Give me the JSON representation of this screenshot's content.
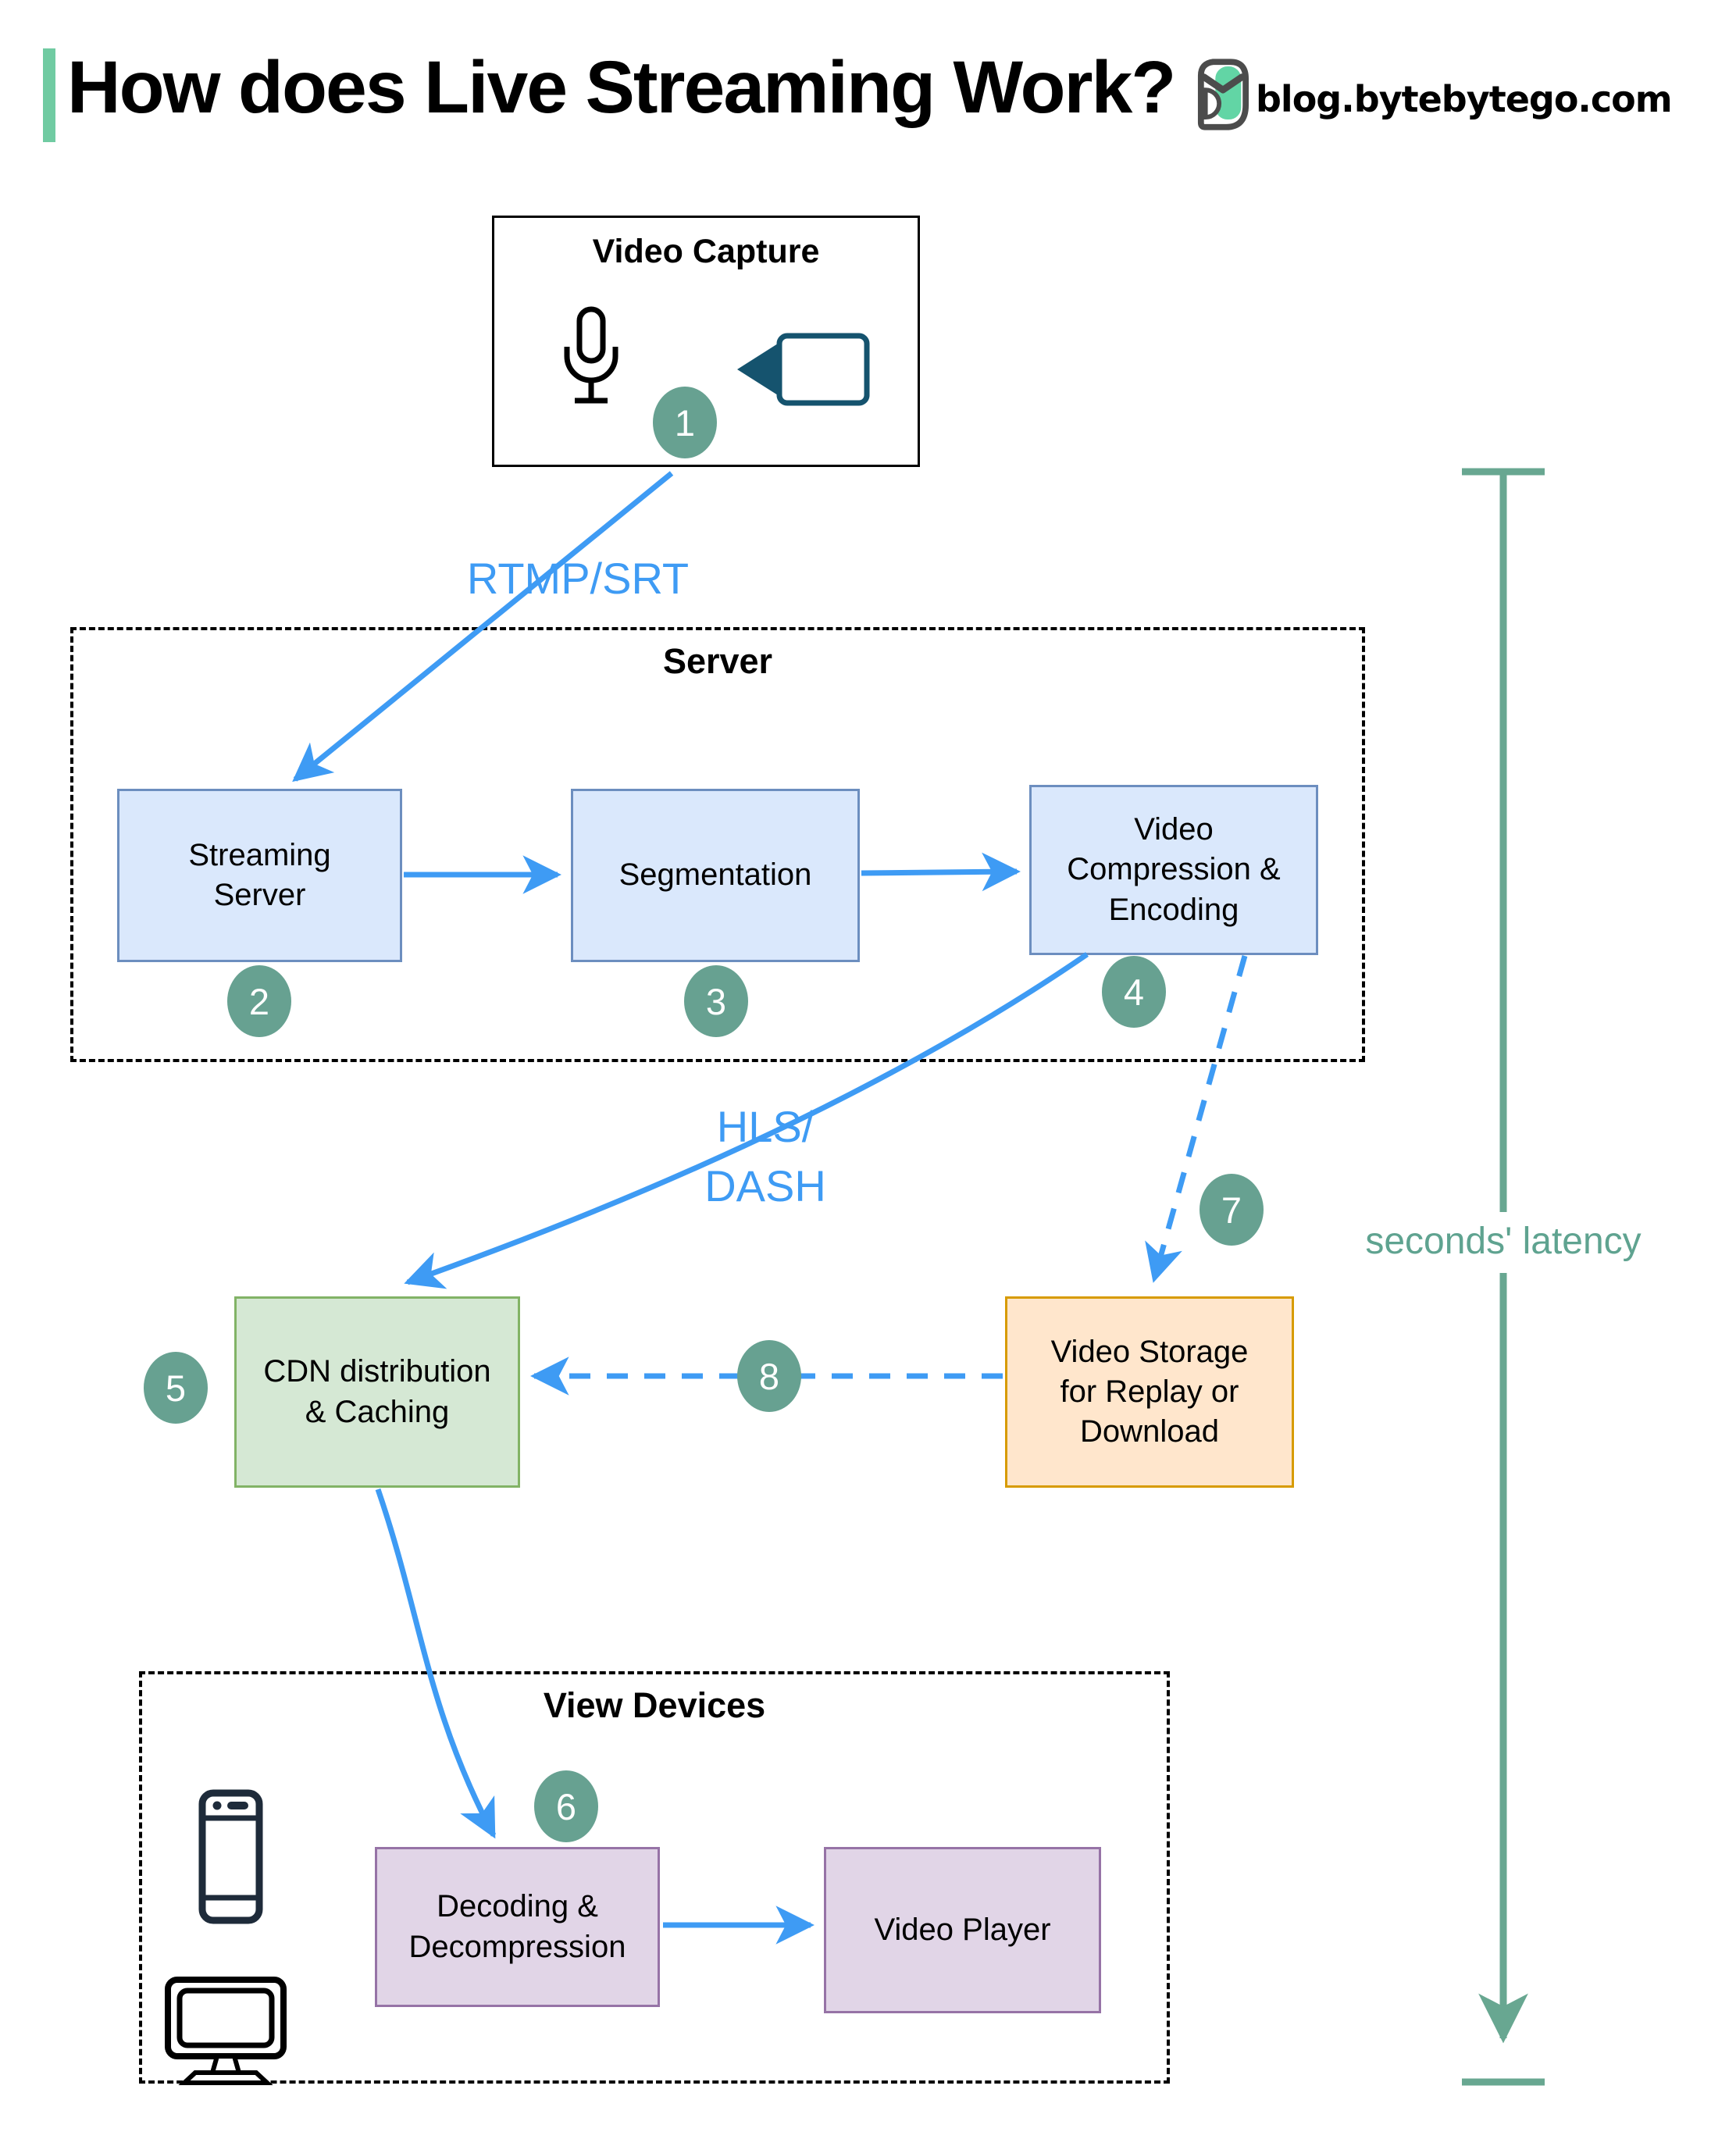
{
  "header": {
    "title": "How does Live Streaming Work?",
    "site": "blog.bytebytego.com",
    "logo_icon": "bytebytego-owl-icon"
  },
  "colors": {
    "arrow_blue": "#3e9bf4",
    "step_circle_green": "#67a191",
    "latency_teal": "#5fa390",
    "accent_mint": "#70cba2",
    "server_box_fill": "#dae8fc",
    "server_box_border": "#6c8ebf",
    "cdn_box_fill": "#d5e8d4",
    "cdn_box_border": "#82b366",
    "storage_box_fill": "#ffe6cc",
    "storage_box_border": "#d79b00",
    "device_box_fill": "#e1d5e7",
    "device_box_border": "#9673a6"
  },
  "capture": {
    "title": "Video Capture",
    "step": "1",
    "icons": [
      "microphone-icon",
      "video-camera-icon"
    ]
  },
  "connections": {
    "rtmp_label": "RTMP/SRT",
    "hls_label": "HLS/\nDASH",
    "latency_label": "seconds' latency"
  },
  "server_group": {
    "title": "Server",
    "streaming": {
      "label": "Streaming\nServer",
      "step": "2"
    },
    "segmentation": {
      "label": "Segmentation",
      "step": "3"
    },
    "compression": {
      "label": "Video\nCompression &\nEncoding",
      "step": "4"
    }
  },
  "cdn": {
    "label": "CDN distribution\n& Caching",
    "step": "5"
  },
  "storage": {
    "label": "Video Storage\nfor Replay or\nDownload",
    "step": "7",
    "transfer_step": "8"
  },
  "devices_group": {
    "title": "View Devices",
    "decoding": {
      "label": "Decoding &\nDecompression",
      "step": "6"
    },
    "player": {
      "label": "Video Player"
    },
    "icons": [
      "smartphone-icon",
      "monitor-icon"
    ]
  }
}
